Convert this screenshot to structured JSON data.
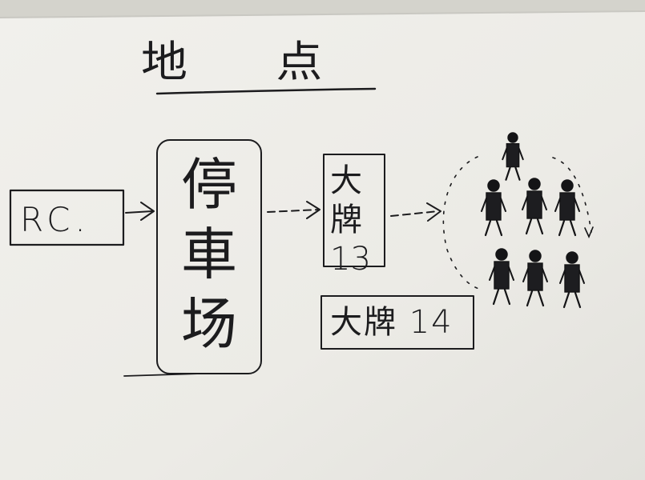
{
  "title": "地 点",
  "nodes": {
    "rc": "RC.",
    "parking": "停車场",
    "taipai13": "大牌 13",
    "taipai14": "大牌 14"
  },
  "icons": {
    "people_group": "people-group-icon"
  }
}
